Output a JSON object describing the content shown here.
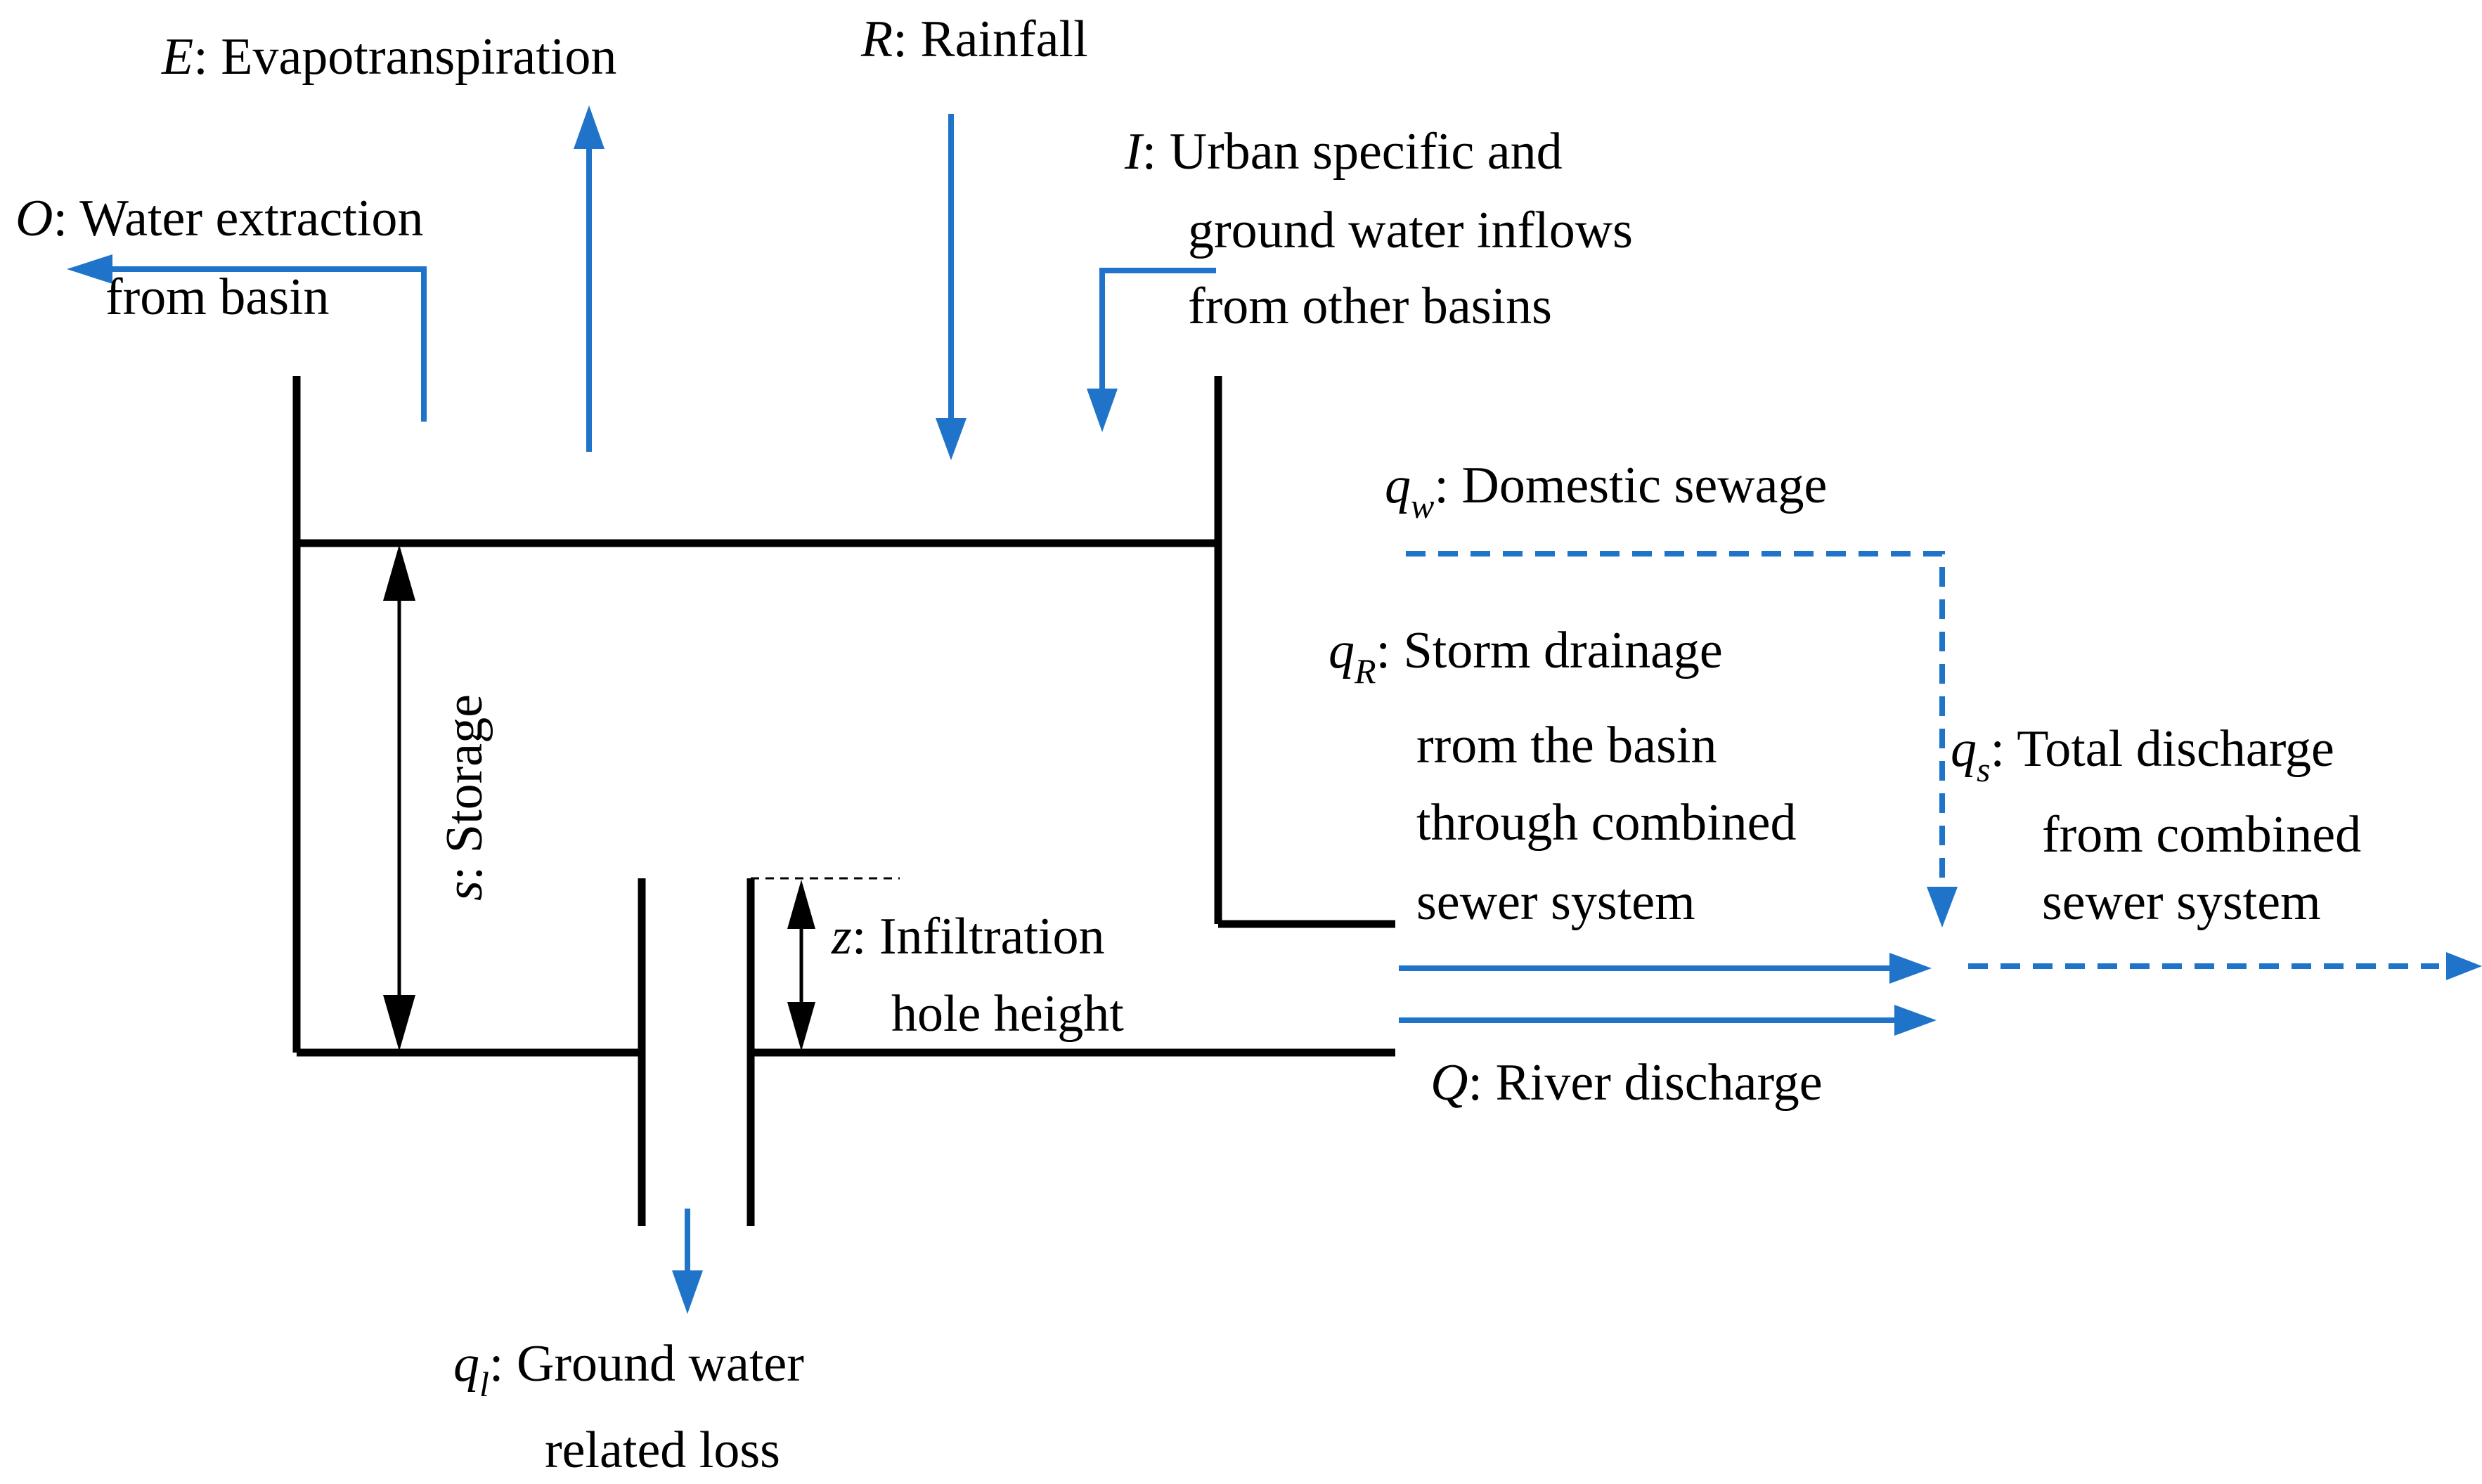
{
  "labels": {
    "evapotranspiration": {
      "symbol": "E",
      "text": ": Evapotranspiration"
    },
    "rainfall": {
      "symbol": "R",
      "text": ": Rainfall"
    },
    "water_extraction": {
      "symbol": "O",
      "line1": ": Water extraction",
      "line2": "from basin"
    },
    "urban_inflows": {
      "symbol": "I",
      "line1": ": Urban specific and",
      "line2": "ground water inflows",
      "line3": "from other basins"
    },
    "domestic_sewage": {
      "symbol": "q",
      "subscript": "w",
      "text": ": Domestic sewage"
    },
    "storm_drainage": {
      "symbol": "q",
      "subscript": "R",
      "line1": ": Storm drainage",
      "line2": "rrom the basin",
      "line3": "through combined",
      "line4": "sewer system"
    },
    "total_discharge": {
      "symbol": "q",
      "subscript": "s",
      "line1": ": Total discharge",
      "line2": "from combined",
      "line3": "sewer system"
    },
    "storage": {
      "symbol": "s",
      "text": ": Storage"
    },
    "infiltration_hole_height": {
      "symbol": "z",
      "line1": ": Infiltration",
      "line2": "hole height"
    },
    "river_discharge": {
      "symbol": "Q",
      "text": ": River discharge"
    },
    "ground_water_loss": {
      "symbol": "q",
      "subscript": "l",
      "line1": ": Ground water",
      "line2": "related loss"
    }
  },
  "colors": {
    "flow": "#1f74c9",
    "structure": "#000000",
    "background": "#ffffff"
  }
}
